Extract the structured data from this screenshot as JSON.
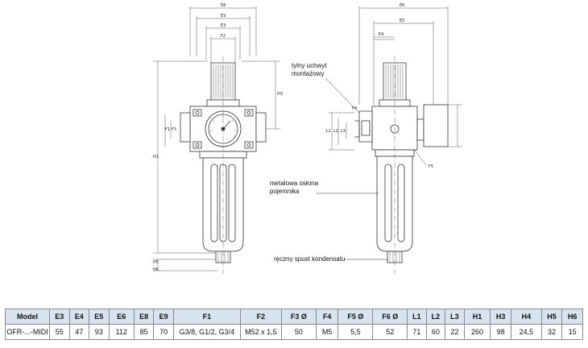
{
  "callouts": {
    "rear_bracket_line1": "tylny uchwyt",
    "rear_bracket_line2": "montażowy",
    "bowl_guard_line1": "metalowa osłona",
    "bowl_guard_line2": "pojemnika",
    "manual_drain": "ręczny spust kondensatu"
  },
  "dimension_labels": {
    "e8": "E8",
    "e9": "E9",
    "e3": "E3",
    "f2": "F2",
    "f1": "F1",
    "f3": "F3",
    "h1": "H1",
    "h3": "H3",
    "h5": "H5",
    "h6": "H6",
    "e6": "E6",
    "e5": "E5",
    "e4": "E4",
    "l1": "L1",
    "l2": "L2",
    "l3": "L3",
    "f4": "F4",
    "f5": "F5"
  },
  "table": {
    "headers": [
      "Model",
      "E3",
      "E4",
      "E5",
      "E6",
      "E8",
      "E9",
      "F1",
      "F2",
      "F3 Ø",
      "F4",
      "F5 Ø",
      "F6 Ø",
      "L1",
      "L2",
      "L3",
      "H1",
      "H3",
      "H4",
      "H5",
      "H6"
    ],
    "rows": [
      [
        "OFR-...-MIDI",
        "55",
        "47",
        "93",
        "112",
        "85",
        "70",
        "G3/8, G1/2, G3/4",
        "M52 x 1,5",
        "50",
        "M5",
        "5,5",
        "52",
        "71",
        "60",
        "22",
        "260",
        "98",
        "24,5",
        "32",
        "15"
      ]
    ]
  }
}
